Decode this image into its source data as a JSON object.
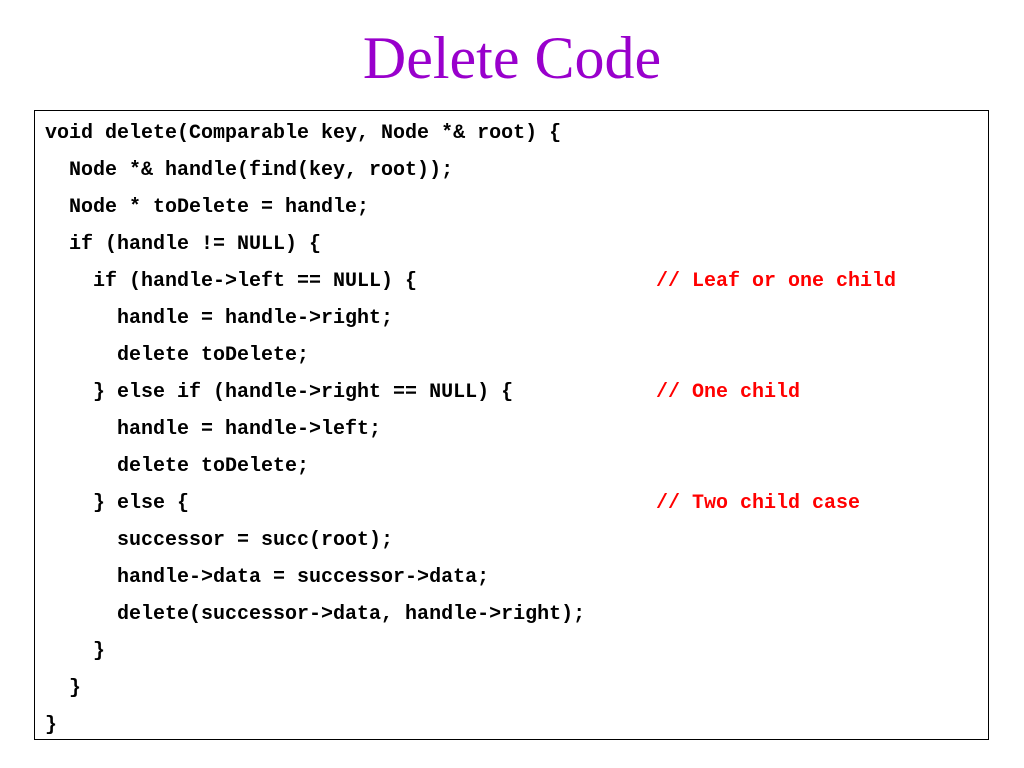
{
  "slide": {
    "title": "Delete Code",
    "title_color": "#9900cc",
    "comment_color": "#ff0000",
    "code_lines": [
      "void delete(Comparable key, Node *& root) {",
      "  Node *& handle(find(key, root));",
      "  Node * toDelete = handle;",
      "  if (handle != NULL) {",
      "    if (handle->left == NULL) {",
      "      handle = handle->right;",
      "      delete toDelete;",
      "    } else if (handle->right == NULL) {",
      "      handle = handle->left;",
      "      delete toDelete;",
      "    } else {",
      "      successor = succ(root);",
      "      handle->data = successor->data;",
      "      delete(successor->data, handle->right);",
      "    }",
      "  }",
      "}"
    ],
    "comments": {
      "leaf_or_one_child": "// Leaf or one child",
      "one_child": "// One child",
      "two_child_case": "// Two child case"
    }
  }
}
